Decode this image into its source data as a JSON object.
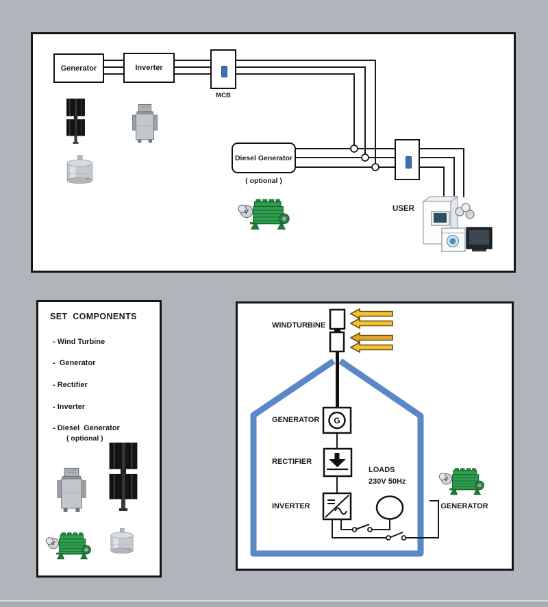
{
  "colors": {
    "background": "#b1b4bb",
    "panel_border": "#151515",
    "wire": "#1a1a1a",
    "house_blue": "#5b87c7",
    "arrow_yellow": "#f2c233",
    "arrow_dark": "#e0a82e",
    "arrow_border": "#6b4c12",
    "breaker_blue": "#3f6fb5",
    "engine_green": "#2f9e4f"
  },
  "top_panel": {
    "generator_label": "Generator",
    "inverter_label": "Inverter",
    "mcb_label": "MCB",
    "diesel_generator_label": "Diesel Generator",
    "optional_label": "( optional )",
    "user_label": "USER"
  },
  "set_panel": {
    "title": "SET  COMPONENTS",
    "items": [
      "- Wind Turbine",
      "-  Generator",
      "- Rectifier",
      "- Inverter",
      "- Diesel  Generator"
    ],
    "optional_note": "( optional )"
  },
  "house_panel": {
    "windturbine_label": "WINDTURBINE",
    "generator_label": "GENERATOR",
    "rectifier_label": "RECTIFIER",
    "inverter_label": "INVERTER",
    "loads_line1": "LOADS",
    "loads_line2": "230V 50Hz",
    "generator_symbol": "G",
    "external_generator_label": "GENERATOR"
  }
}
